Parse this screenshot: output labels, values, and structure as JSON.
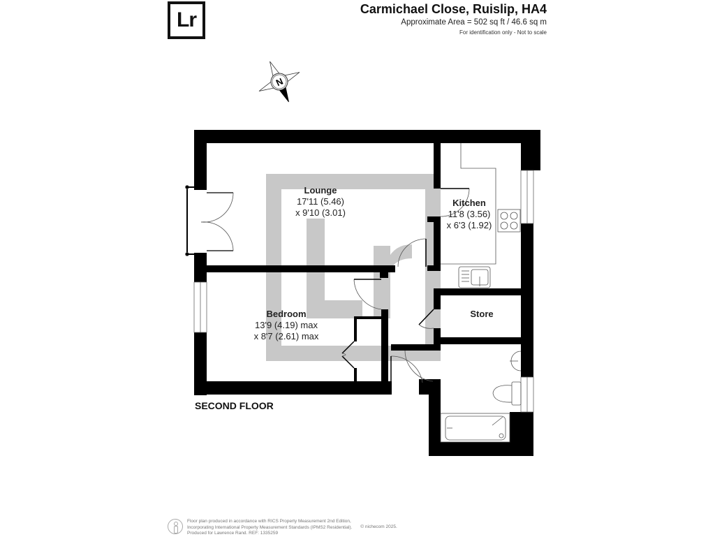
{
  "logo": {
    "text": "Lr"
  },
  "header": {
    "title": "Carmichael Close, Ruislip, HA4",
    "area": "Approximate Area = 502 sq ft / 46.6 sq m",
    "note": "For identification only - Not to scale"
  },
  "compass": {
    "label": "N"
  },
  "rooms": {
    "lounge": {
      "name": "Lounge",
      "dim1": "17'11 (5.46)",
      "dim2": "x 9'10 (3.01)"
    },
    "kitchen": {
      "name": "Kitchen",
      "dim1": "11'8 (3.56)",
      "dim2": "x 6'3 (1.92)"
    },
    "bedroom": {
      "name": "Bedroom",
      "dim1": "13'9 (4.19) max",
      "dim2": "x 8'7 (2.61) max"
    },
    "store": {
      "name": "Store"
    }
  },
  "floor_label": "SECOND FLOOR",
  "watermark": "Lr",
  "footer": {
    "line1": "Floor plan produced in accordance with RICS Property Measurement 2nd Edition,",
    "line2": "Incorporating International Property Measurement Standards (IPMS2 Residential).",
    "line3": "Produced for Lawrence Rand.   REF: 1335259",
    "copyright": "© nichecom 2025."
  },
  "colors": {
    "wall": "#000000",
    "watermark": "#c8c8c8",
    "line": "#555555"
  }
}
